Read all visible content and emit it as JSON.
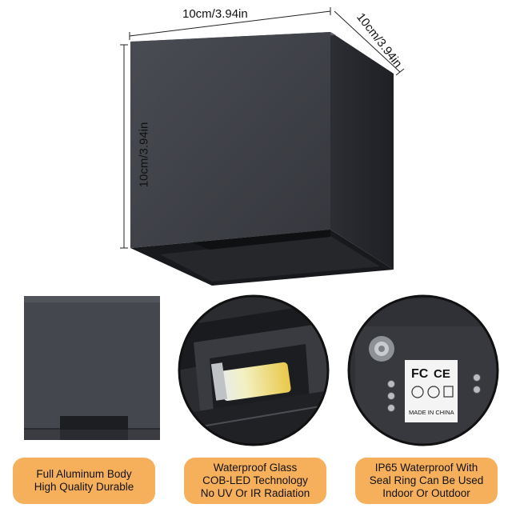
{
  "dimensions": {
    "width": "10cm/3.94in",
    "height": "10cm/3.94in",
    "depth": "10cm/3.94in"
  },
  "features": [
    {
      "line1": "Full Aluminum Body",
      "line2": "High Quality Durable",
      "line3": ""
    },
    {
      "line1": "Waterproof Glass",
      "line2": "COB-LED Technology",
      "line3": "No UV Or IR Radiation"
    },
    {
      "line1": "IP65 Waterproof With",
      "line2": "Seal Ring Can Be Used",
      "line3": "Indoor Or Outdoor"
    }
  ],
  "label": {
    "fcc": "FC",
    "ce": "CE",
    "made_in": "MADE IN CHINA"
  },
  "colors": {
    "body": "#3f4148",
    "accent": "#f6b05c"
  }
}
